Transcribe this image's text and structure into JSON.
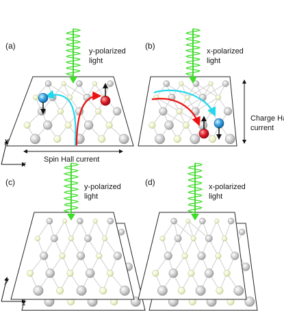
{
  "panels": [
    {
      "letter": "(a)",
      "light_line1": "y-polarized",
      "light_line2": "light"
    },
    {
      "letter": "(b)",
      "light_line1": "x-polarized",
      "light_line2": "light"
    },
    {
      "letter": "(c)",
      "light_line1": "y-polarized",
      "light_line2": "light"
    },
    {
      "letter": "(d)",
      "light_line1": "x-polarized",
      "light_line2": "light"
    }
  ],
  "annotations": {
    "spin_hall": "Spin Hall current",
    "charge_hall_line1": "Charge Hall",
    "charge_hall_line2": "current"
  },
  "axes": {
    "y": "y",
    "x": "x"
  },
  "colors": {
    "light": "#3fdc2a",
    "spin_up_arrow": "#ee1111",
    "spin_down_arrow": "#22d8ee",
    "heavy_atom": "#c4c4c4",
    "light_atom": "#eef2c8",
    "spin_up_particle": "#e0202a",
    "spin_down_particle": "#3aa4e0"
  }
}
